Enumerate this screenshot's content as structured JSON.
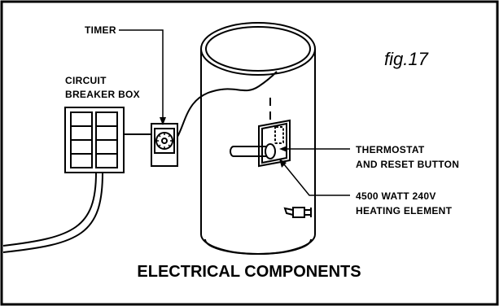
{
  "figure": {
    "number": "fig.17",
    "caption": "ELECTRICAL COMPONENTS"
  },
  "labels": {
    "timer": "TIMER",
    "breaker_line1": "CIRCUIT",
    "breaker_line2": "BREAKER BOX",
    "thermostat_line1": "THERMOSTAT",
    "thermostat_line2": "AND RESET BUTTON",
    "element_line1": "4500 WATT 240V",
    "element_line2": "HEATING ELEMENT"
  }
}
